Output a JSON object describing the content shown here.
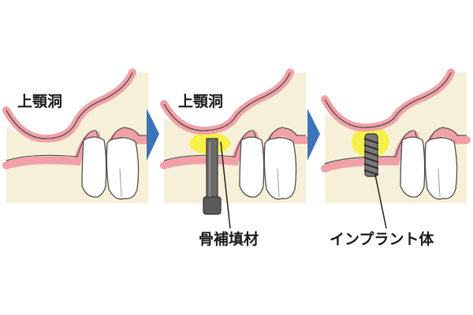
{
  "panels": [
    {
      "label": "上顎洞"
    },
    {
      "label": "上顎洞",
      "callout": "骨補填材"
    },
    {
      "callout": "インプラント体"
    }
  ],
  "colors": {
    "gum": "#f2a0a8",
    "gum_dark": "#d77a86",
    "bone": "#f6f0d8",
    "bone_bg": "#f4efd3",
    "tooth": "#ffffff",
    "graft": "#f5f04a",
    "instrument": "#6b6b6b",
    "implant": "#7a7a7a",
    "arrow": "#3b74b8",
    "outline": "#4d4d4d"
  }
}
